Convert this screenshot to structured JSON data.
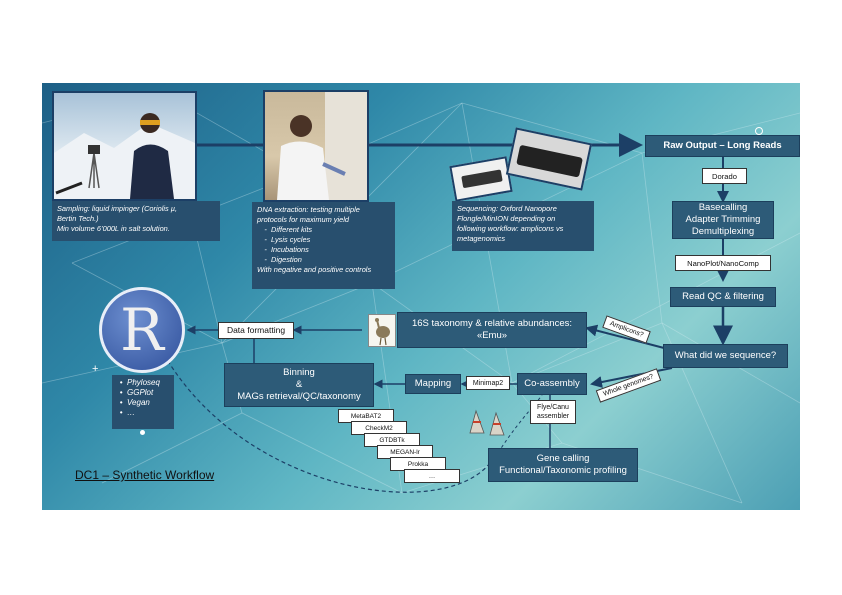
{
  "photos": {
    "sampling": {
      "caption_lines": [
        "Sampling: liquid impinger (Coriolis µ,",
        "Bertin Tech.)",
        "Min volume 6’000L in salt solution."
      ]
    },
    "extraction": {
      "caption_lines": [
        "DNA extraction: testing multiple",
        "protocols for maximum yield"
      ],
      "caption_items": [
        "Different kits",
        "Lysis cycles",
        "Incubations",
        "Digestion"
      ],
      "caption_footer": "With negative and positive controls"
    },
    "sequencing": {
      "caption_lines": [
        "Sequencing: Oxford Nanopore",
        "Flongle/MinION depending on",
        "following workflow: amplicons vs",
        "metagenomics"
      ]
    }
  },
  "nodes": {
    "raw_output": "Raw Output – Long Reads",
    "dorado": "Dorado",
    "basecalling_lines": [
      "Basecalling",
      "Adapter Trimming",
      "Demultiplexing"
    ],
    "nanoplot": "NanoPlot/NanoComp",
    "read_qc": "Read QC & filtering",
    "what_seq": "What did we sequence?",
    "taxonomy_lines": [
      "16S taxonomy & relative abundances:",
      "«Emu»"
    ],
    "data_formatting": "Data formatting",
    "binning_lines": [
      "Binning",
      "&",
      "MAGs retrieval/QC/taxonomy"
    ],
    "mapping": "Mapping",
    "minimap": "Minimap2",
    "coassembly": "Co-assembly",
    "flye_lines": [
      "Flye/Canu",
      "assembler"
    ],
    "gene_lines": [
      "Gene calling",
      "Functional/Taxonomic profiling"
    ]
  },
  "edge_labels": {
    "amplicons": "Amplicons?",
    "whole_genomes": "Whole genomes?"
  },
  "tools": [
    "MetaBAT2",
    "CheckM2",
    "GTDBTk",
    "MEGAN-lr",
    "Prokka",
    "…"
  ],
  "r_packages": [
    "Phyloseq",
    "GGPlot",
    "Vegan",
    "…"
  ],
  "r_logo_letter": "R",
  "title": "DC1 – Synthetic Workflow",
  "colors": {
    "node_fill": "#2d5b78",
    "arrow": "#1c3f66",
    "caption_fill": "#284f6e"
  }
}
